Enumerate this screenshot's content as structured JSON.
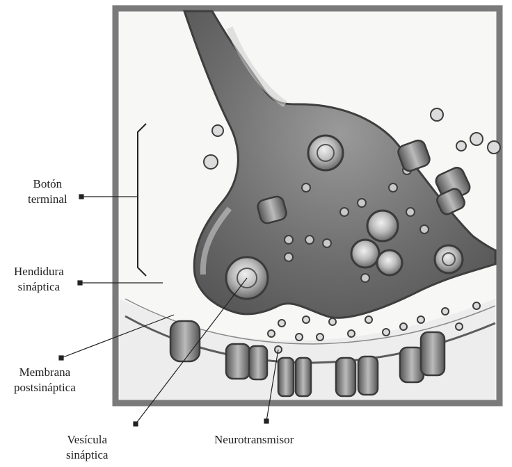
{
  "labels": {
    "boton_terminal": [
      "Botón",
      "terminal"
    ],
    "hendidura_sinaptica": [
      "Hendidura",
      "sináptica"
    ],
    "membrana_postsinaptica": [
      "Membrana",
      "postsináptica"
    ],
    "vesicula_sinaptica": [
      "Vesícula",
      "sináptica"
    ],
    "neurotransmisor": "Neurotransmisor"
  }
}
